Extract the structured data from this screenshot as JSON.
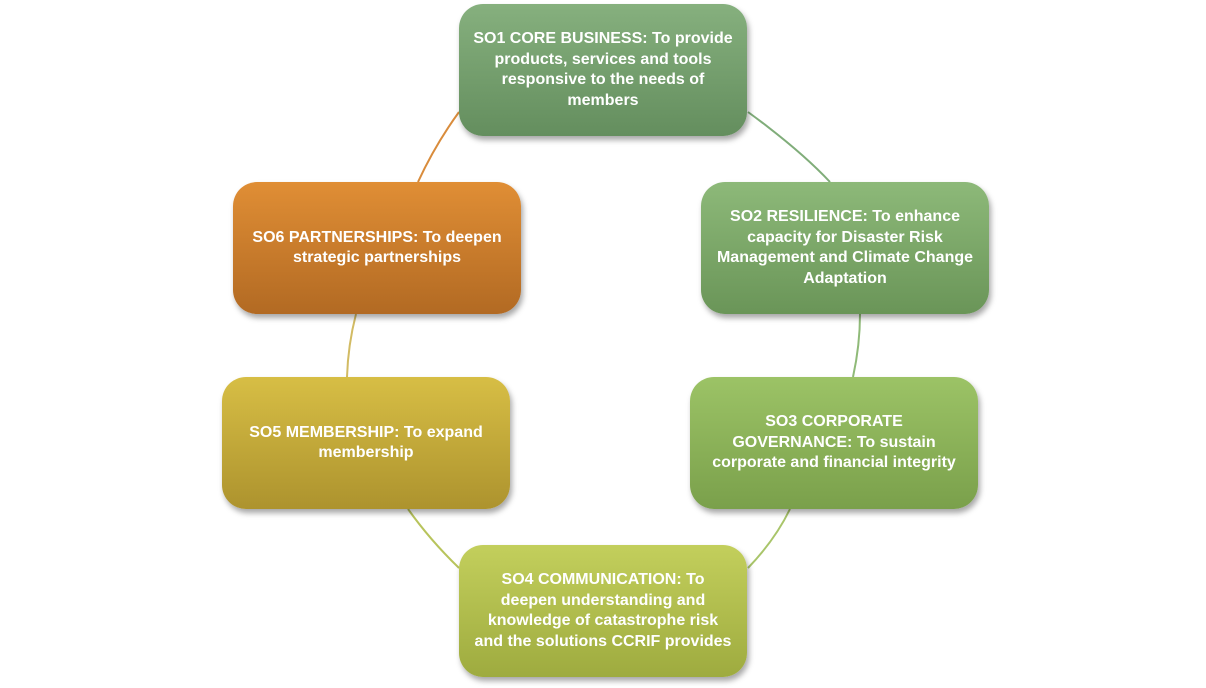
{
  "diagram": {
    "type": "cycle",
    "nodes": [
      {
        "id": "so1",
        "label": "SO1 CORE BUSINESS: To provide products, services and tools responsive to the needs of members",
        "color": "#759f6e"
      },
      {
        "id": "so2",
        "label": "SO2 RESILIENCE: To enhance capacity for Disaster Risk Management and Climate Change Adaptation",
        "color": "#7ba768"
      },
      {
        "id": "so3",
        "label": "SO3 CORPORATE GOVERNANCE: To sustain corporate and financial integrity",
        "color": "#8bb258"
      },
      {
        "id": "so4",
        "label": "SO4 COMMUNICATION: To deepen understanding and knowledge of catastrophe risk and the solutions CCRIF provides",
        "color": "#b1bd4d"
      },
      {
        "id": "so5",
        "label": "SO5 MEMBERSHIP: To expand membership",
        "color": "#c2a83a"
      },
      {
        "id": "so6",
        "label": "SO6 PARTNERSHIPS: To deepen strategic partnerships",
        "color": "#c97c2c"
      }
    ],
    "connectors": [
      {
        "from": "so1",
        "to": "so2",
        "color": "#80ad7a"
      },
      {
        "from": "so2",
        "to": "so3",
        "color": "#8fba78"
      },
      {
        "from": "so3",
        "to": "so4",
        "color": "#a9c56a"
      },
      {
        "from": "so4",
        "to": "so5",
        "color": "#b8c45c"
      },
      {
        "from": "so5",
        "to": "so6",
        "color": "#d2bb63"
      },
      {
        "from": "so6",
        "to": "so1",
        "color": "#d98c3c"
      }
    ]
  }
}
